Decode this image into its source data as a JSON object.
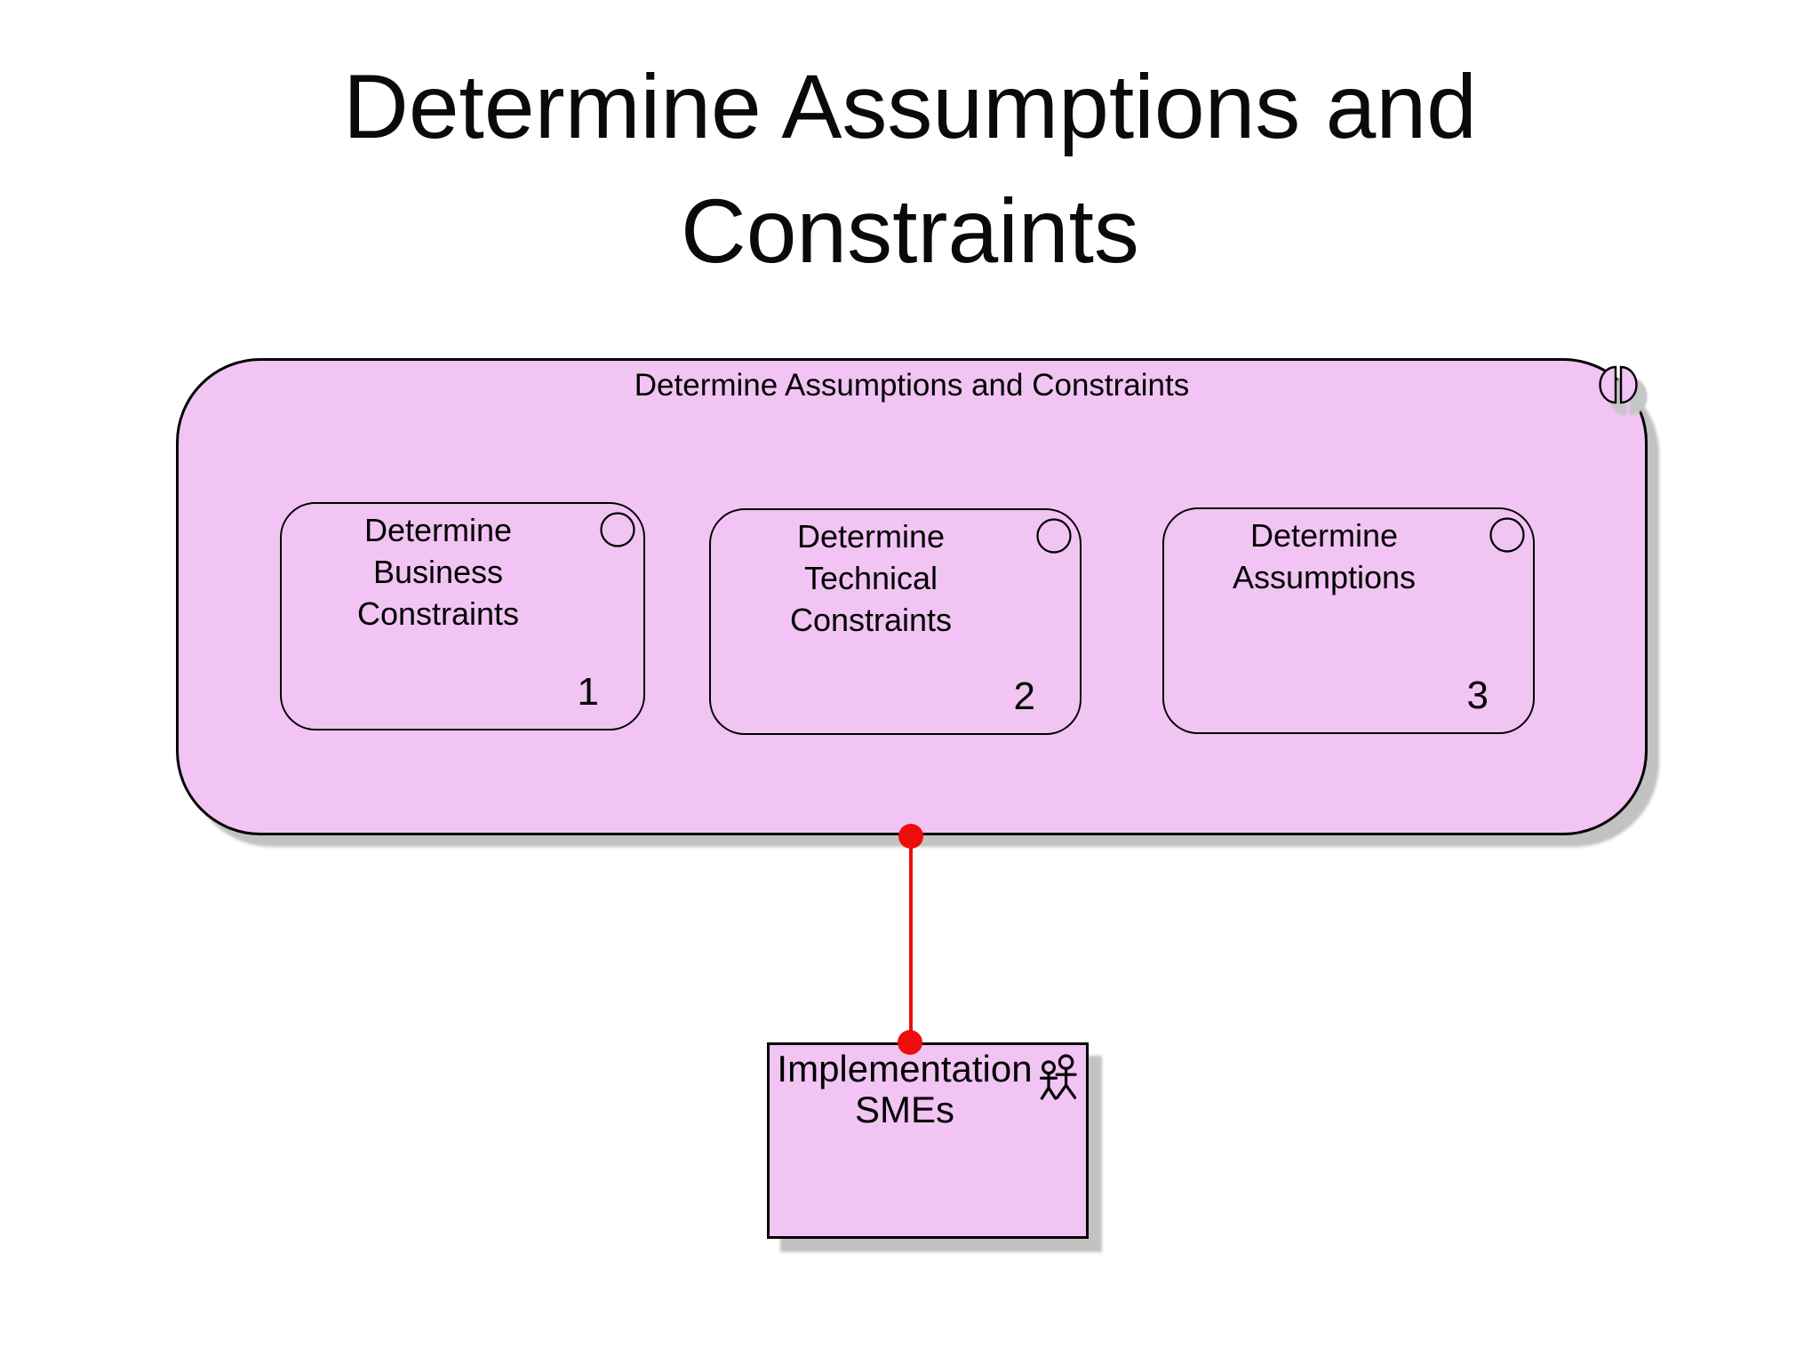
{
  "slide_title": "Determine Assumptions and\nConstraints",
  "group": {
    "label": "Determine Assumptions and Constraints",
    "icon": "split-circle",
    "fill_color": "#F1C4F3",
    "border_color": "#000000",
    "shadow_color": "#C2C2C2"
  },
  "processes": [
    {
      "label": "Determine\nBusiness\nConstraints",
      "number": "1",
      "icon": "circle"
    },
    {
      "label": "Determine\nTechnical\nConstraints",
      "number": "2",
      "icon": "circle"
    },
    {
      "label": "Determine\nAssumptions",
      "number": "3",
      "icon": "circle"
    }
  ],
  "connector": {
    "color": "#ED0D0D"
  },
  "resource": {
    "label": "Implementation\nSMEs",
    "icon": "people",
    "fill_color": "#F1C4F3"
  }
}
